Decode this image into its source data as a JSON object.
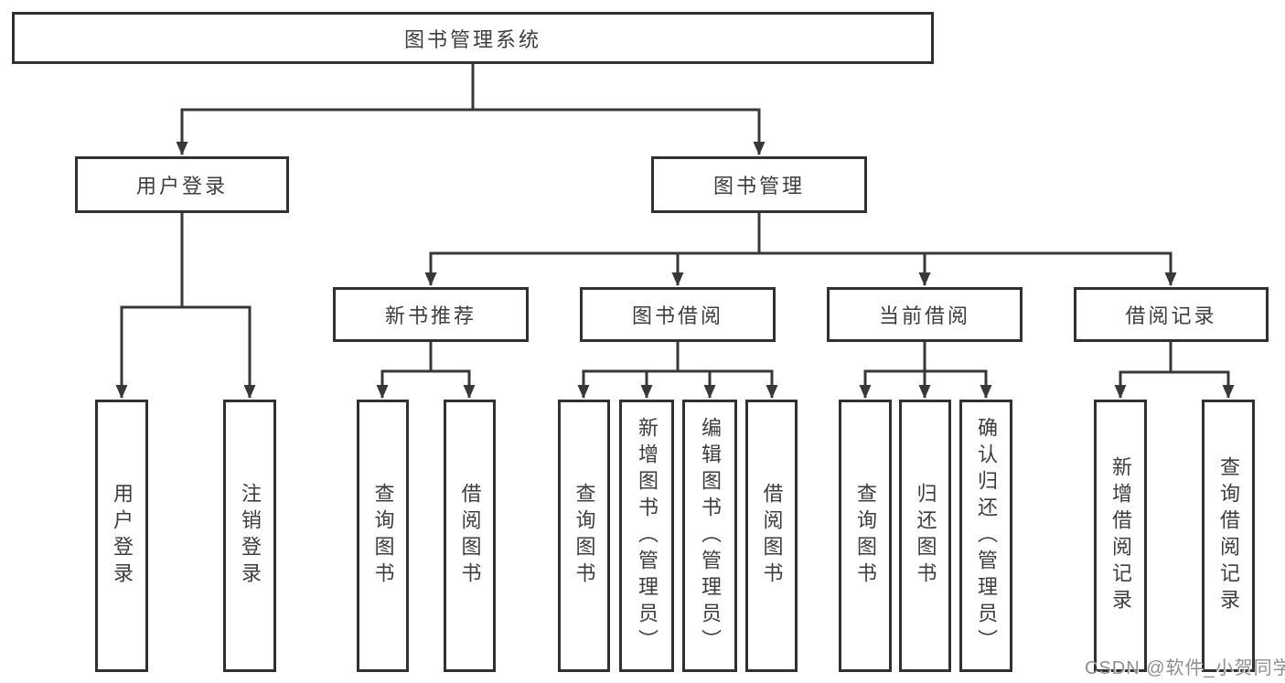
{
  "diagram": {
    "root": "图书管理系统",
    "level2": {
      "user_login": "用户登录",
      "book_mgmt": "图书管理"
    },
    "level3": {
      "new_books": "新书推荐",
      "book_borrow": "图书借阅",
      "current_borrow": "当前借阅",
      "borrow_records": "借阅记录"
    },
    "leaves": {
      "user_login_1": "用户登录",
      "user_login_2": "注销登录",
      "new_books_1": "查询图书",
      "new_books_2": "借阅图书",
      "book_borrow_1": "查询图书",
      "book_borrow_2": "新增图书（管理员）",
      "book_borrow_3": "编辑图书（管理员）",
      "book_borrow_4": "借阅图书",
      "current_borrow_1": "查询图书",
      "current_borrow_2": "归还图书",
      "current_borrow_3": "确认归还（管理员）",
      "borrow_records_1": "新增借阅记录",
      "borrow_records_2": "查询借阅记录"
    }
  },
  "watermark": "CSDN @软件_小贺同学",
  "colors": {
    "line": "#383838",
    "box_border": "#313131",
    "text": "#3d3d3d",
    "watermark": "#8f8f8f",
    "background": "#ffffff"
  }
}
